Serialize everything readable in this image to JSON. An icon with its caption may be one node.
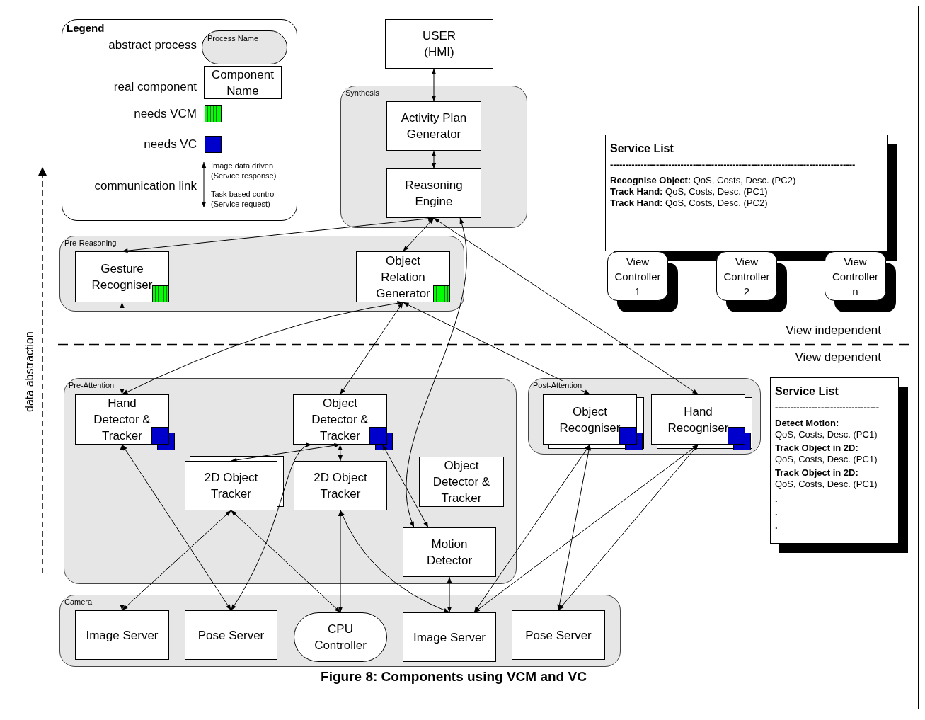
{
  "diagram": {
    "caption": "Figure 8: Components using VCM and VC",
    "nodes": [
      {
        "text": [
          "Legend"
        ]
      },
      {
        "text": [
          "USER (HMI)"
        ]
      },
      {
        "text": [
          "Synthesis"
        ]
      },
      {
        "text": [
          "Activity Plan Generator"
        ],
        "in": 2
      },
      {
        "text": [
          "Reasoning Engine"
        ],
        "in": 2
      },
      {
        "text": [
          "Pre-Reasoning"
        ]
      },
      {
        "text": [
          "Gesture Recogniser"
        ],
        "in": 5
      },
      {
        "text": [
          "Object Relation Generator"
        ],
        "in": 5
      },
      {
        "text": [
          "Service List",
          "--------------------------------------------------------------------------------",
          "**Recognise Object:** QoS, Costs, Desc. (PC2)",
          "**Track Hand:** QoS, Costs, Desc. (PC1)",
          "**Track Hand:** QoS, Costs, Desc. (PC2)"
        ]
      },
      {
        "text": [
          "View Controller 1"
        ]
      },
      {
        "text": [
          "View Controller 2"
        ]
      },
      {
        "text": [
          "View Controller n"
        ]
      },
      {
        "text": [
          "Pre-Attention"
        ]
      },
      {
        "text": [
          "Hand Detector & Tracker"
        ],
        "in": 12
      },
      {
        "text": [
          "Object Detector & Tracker"
        ],
        "in": 12
      },
      {
        "text": [
          "2D Object Tracker"
        ],
        "in": 12
      },
      {
        "text": [
          "2D Object Tracker"
        ],
        "in": 12
      },
      {
        "text": [
          "Object Detector & Tracker"
        ],
        "in": 12
      },
      {
        "text": [
          "Motion Detector"
        ],
        "in": 12
      },
      {
        "text": [
          "Post-Attention"
        ]
      },
      {
        "text": [
          "Object Recogniser"
        ],
        "in": 19
      },
      {
        "text": [
          "Hand Recogniser"
        ],
        "in": 19
      },
      {
        "text": [
          "Service List",
          "----------------------------------",
          "**Detect Motion:** QoS, Costs, Desc. (PC1)",
          "**Track Object in 2D:** QoS, Costs, Desc. (PC1)",
          "**Track Object in 2D:** QoS, Costs, Desc. (PC1)",
          ".",
          ".",
          "."
        ]
      },
      {
        "text": [
          "Camera"
        ]
      },
      {
        "text": [
          "Image Server"
        ],
        "in": 23
      },
      {
        "text": [
          "Pose Server"
        ],
        "in": 23
      },
      {
        "text": [
          "CPU Controller"
        ],
        "in": 23
      },
      {
        "text": [
          "Image Server"
        ],
        "in": 23
      },
      {
        "text": [
          "Pose Server"
        ],
        "in": 23
      }
    ],
    "edges": [
      {
        "from": 1,
        "to": 3,
        "arrow": "both"
      },
      {
        "from": 3,
        "to": 4,
        "arrow": "both"
      },
      {
        "from": 4,
        "to": 6,
        "arrow": "both"
      },
      {
        "from": 4,
        "to": 7,
        "arrow": "both"
      },
      {
        "from": 4,
        "to": 18,
        "arrow": "both"
      },
      {
        "from": 4,
        "to": 21,
        "arrow": "both"
      },
      {
        "from": 6,
        "to": 13,
        "arrow": "both"
      },
      {
        "from": 7,
        "to": 13,
        "arrow": "both"
      },
      {
        "from": 7,
        "to": 14,
        "arrow": "both"
      },
      {
        "from": 7,
        "to": 20,
        "arrow": "both"
      },
      {
        "from": 14,
        "to": 15,
        "arrow": "both"
      },
      {
        "from": 14,
        "to": 16,
        "arrow": "both"
      },
      {
        "from": 14,
        "to": 18,
        "arrow": "both"
      },
      {
        "from": 14,
        "to": 25,
        "arrow": "both"
      },
      {
        "from": 13,
        "to": 24,
        "arrow": "both"
      },
      {
        "from": 13,
        "to": 25,
        "arrow": "both"
      },
      {
        "from": 15,
        "to": 24,
        "arrow": "both"
      },
      {
        "from": 15,
        "to": 26,
        "arrow": "both"
      },
      {
        "from": 16,
        "to": 26,
        "arrow": "both"
      },
      {
        "from": 16,
        "to": 27,
        "arrow": "both"
      },
      {
        "from": 18,
        "to": 27,
        "arrow": "both"
      },
      {
        "from": 20,
        "to": 27,
        "arrow": "both"
      },
      {
        "from": 21,
        "to": 27,
        "arrow": "both"
      },
      {
        "from": 20,
        "to": 28,
        "arrow": "both"
      },
      {
        "from": 21,
        "to": 28,
        "arrow": "both"
      }
    ],
    "labels": [
      "Process Name",
      "Component Name",
      "Image data driven (Service response)",
      "Task based control (Service request)",
      "View independent",
      "View dependent",
      "data abstraction"
    ],
    "legend": [
      {
        "text": "abstract process"
      },
      {
        "text": "real component"
      },
      {
        "text": "needs VCM",
        "color": "#00ff00"
      },
      {
        "text": "needs VC",
        "color": "#0000cc"
      },
      {
        "text": "communication link"
      }
    ]
  }
}
